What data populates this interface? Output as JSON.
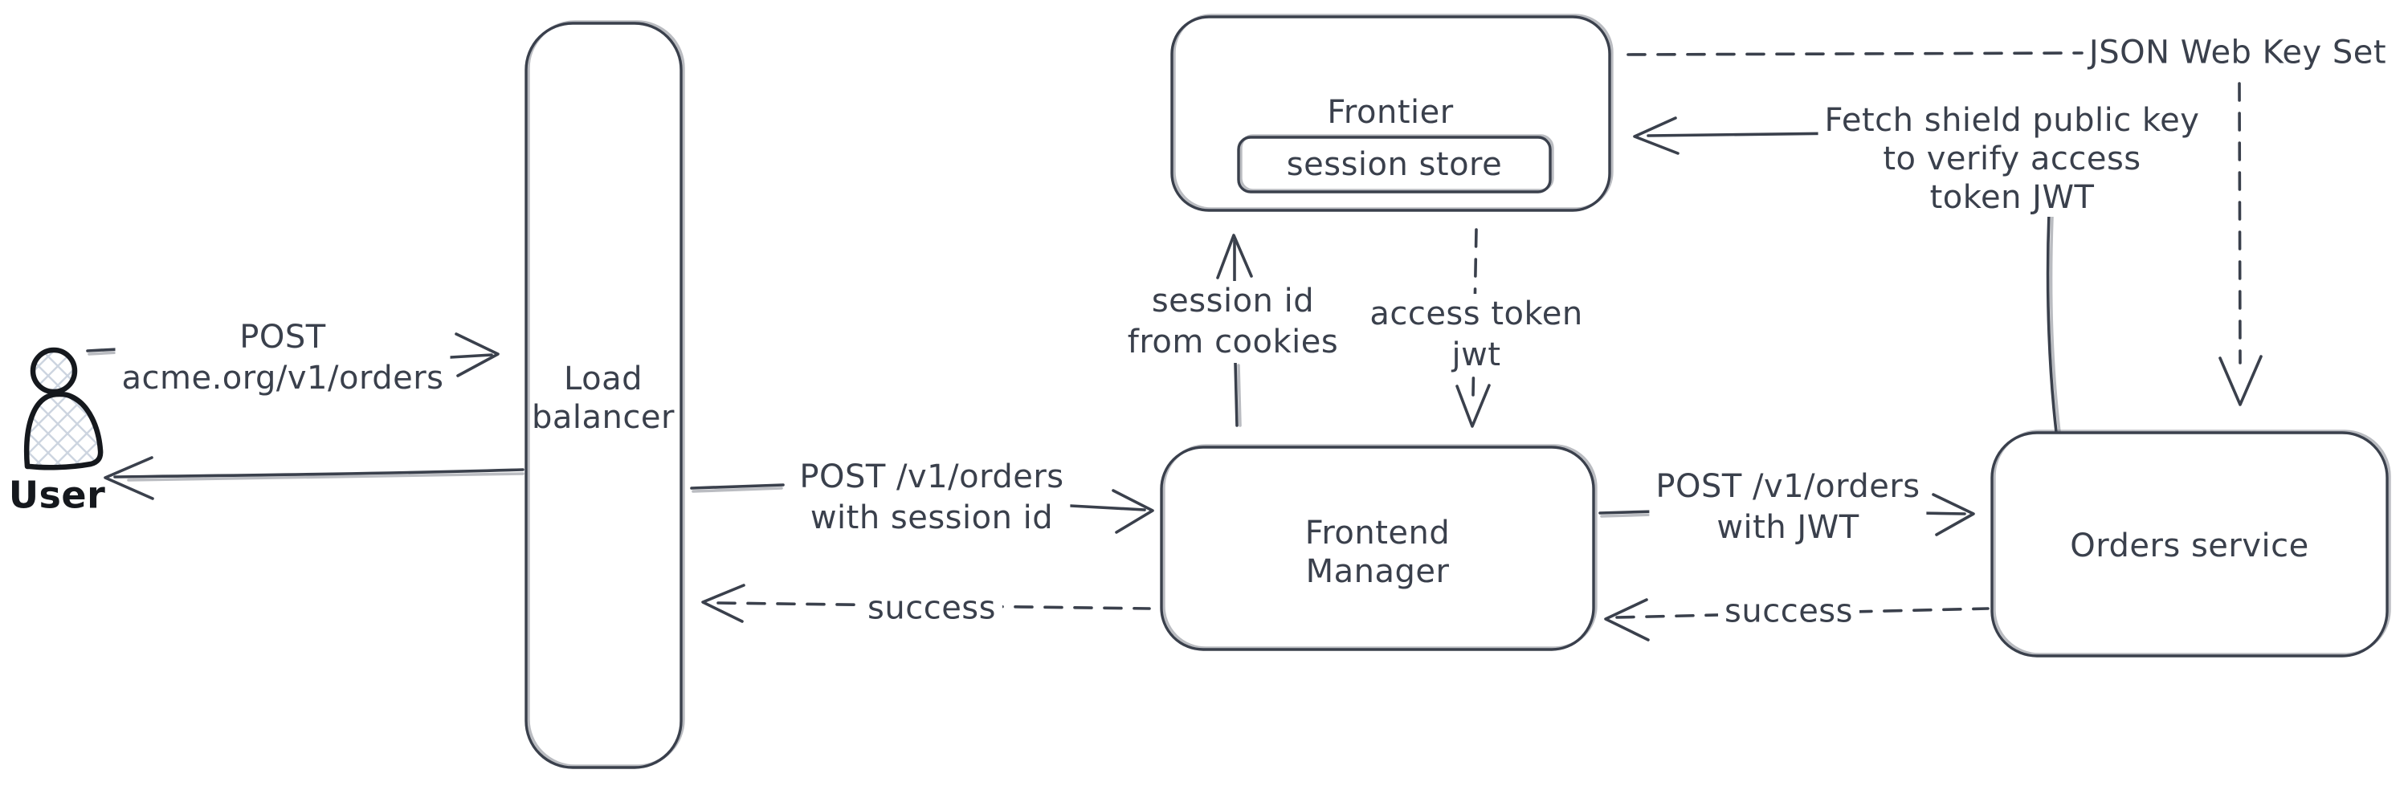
{
  "colors": {
    "stroke": "#3a404c",
    "text": "#3a404c",
    "actor_stroke": "#15181d",
    "actor_text": "#15181d",
    "hatch_fill": "#cdd5e0",
    "background": "#ffffff"
  },
  "nodes": {
    "user": {
      "label": "User"
    },
    "load_balancer": {
      "line1": "Load",
      "line2": "balancer"
    },
    "frontier": {
      "label": "Frontier"
    },
    "session_store": {
      "label": "session store"
    },
    "frontend_manager": {
      "line1": "Frontend",
      "line2": "Manager"
    },
    "orders_service": {
      "label": "Orders service"
    }
  },
  "edges": {
    "user_to_lb": {
      "line1": "POST",
      "line2": "acme.org/v1/orders"
    },
    "lb_to_fm": {
      "line1": "POST /v1/orders",
      "line2": "with session id"
    },
    "fm_to_lb_success": {
      "label": "success"
    },
    "fm_to_orders": {
      "line1": "POST /v1/orders",
      "line2": "with JWT"
    },
    "orders_to_fm_success": {
      "label": "success"
    },
    "fm_to_frontier": {
      "line1": "session id",
      "line2": "from cookies"
    },
    "frontier_to_fm": {
      "line1": "access token",
      "line2": "jwt"
    },
    "orders_to_frontier": {
      "line1": "Fetch shield public key",
      "line2": "to verify access",
      "line3": "token JWT"
    },
    "jwks": {
      "label": "JSON Web Key Set"
    }
  }
}
